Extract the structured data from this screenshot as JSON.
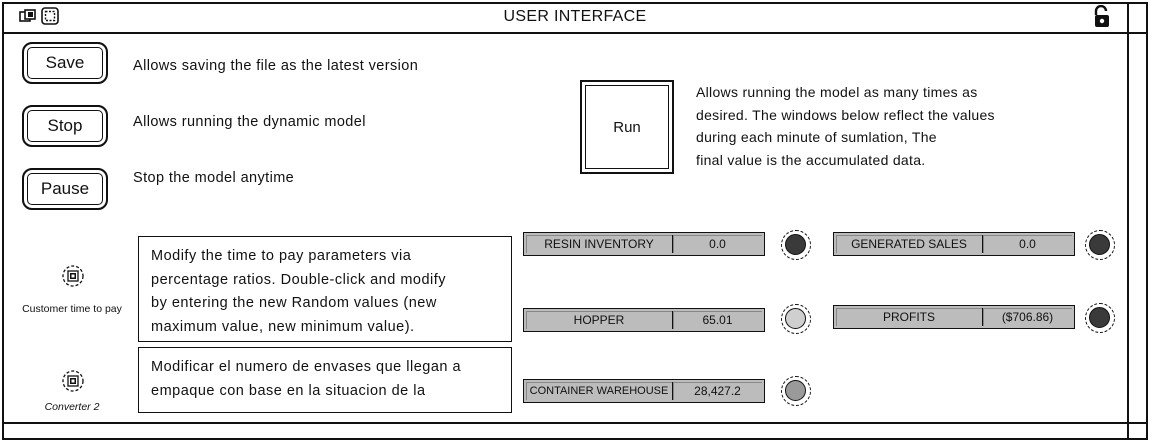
{
  "window": {
    "title": "USER INTERFACE",
    "icons": [
      "windows-icon",
      "frame-icon",
      "lock-icon"
    ]
  },
  "buttons": [
    {
      "label": "Save",
      "description": "Allows saving the file as the latest version"
    },
    {
      "label": "Stop",
      "description": "Allows running the dynamic model"
    },
    {
      "label": "Pause",
      "description": "Stop the model anytime"
    }
  ],
  "run": {
    "label": "Run",
    "description": [
      "Allows running the model as many times as",
      "desired. The windows below reflect the values",
      "during each minute of sumlation,  The",
      "final value is the accumulated data."
    ]
  },
  "converters": [
    {
      "label": "Customer time to pay",
      "note": [
        "Modify the time to pay parameters via",
        "percentage ratios. Double-click and modify",
        "by entering the new Random values (new",
        "maximum value, new minimum value)."
      ]
    },
    {
      "label": "Converter 2",
      "note": [
        "Modificar el numero de envases que llegan a",
        "empaque con base en la situacion de la"
      ]
    }
  ],
  "displays": [
    {
      "label": "RESIN INVENTORY",
      "value": "0.0",
      "lamp_color": "#3a3a3a"
    },
    {
      "label": "HOPPER",
      "value": "65.01",
      "lamp_color": "#cfcfcf"
    },
    {
      "label": "CONTAINER WAREHOUSE",
      "value": "28,427.2",
      "lamp_color": "#9a9a9a"
    },
    {
      "label": "GENERATED SALES",
      "value": "0.0",
      "lamp_color": "#3a3a3a"
    },
    {
      "label": "PROFITS",
      "value": "($706.86)",
      "lamp_color": "#3a3a3a"
    }
  ]
}
